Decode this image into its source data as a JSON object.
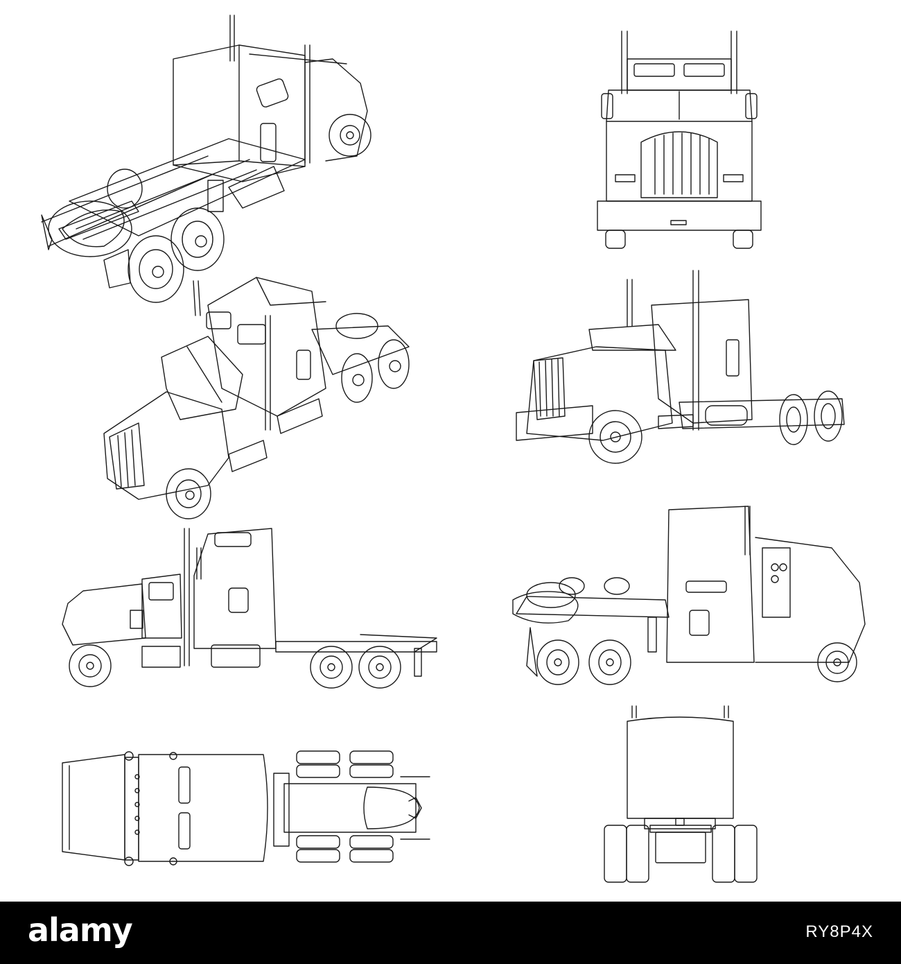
{
  "brand": {
    "logo_text": "alamy",
    "bar_color": "#000000"
  },
  "image_id": "RY8P4X",
  "illustration": {
    "background": "#ffffff",
    "line_color": "#1a1a1a",
    "views": [
      "rear-top-perspective-view",
      "front-elevation-view",
      "front-top-perspective-view",
      "front-three-quarter-view",
      "left-side-elevation-view",
      "rear-three-quarter-view",
      "top-plan-view",
      "rear-elevation-view"
    ]
  }
}
